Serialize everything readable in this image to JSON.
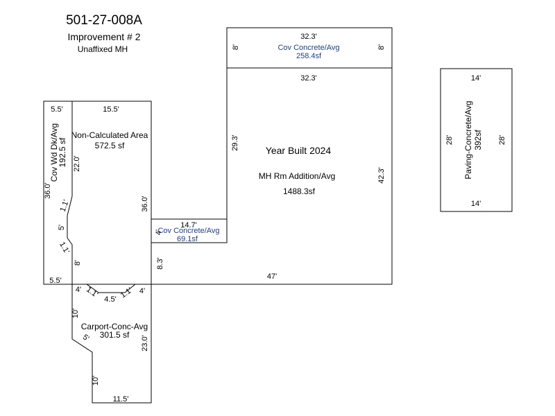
{
  "header": {
    "parcel_id": "501-27-008A",
    "improvement": "Improvement # 2",
    "subtitle": "Unaffixed MH"
  },
  "colors": {
    "lines": "#000000",
    "covered_labels": "#1f3f8f"
  },
  "areas": {
    "cov_concrete_top": {
      "name": "Cov Concrete/Avg",
      "area": "258.4sf",
      "dim_top": "32.3'",
      "dim_left": "8'",
      "dim_right": "8'"
    },
    "main": {
      "year_built": "Year Built 2024",
      "name": "MH Rm Addition/Avg",
      "area": "1488.3sf",
      "dim_top": "32.3'",
      "dim_left": "29.3'",
      "dim_right": "42.3'",
      "dim_bottom": "47'",
      "dim_lower_left": "8.3'"
    },
    "cov_concrete_small": {
      "name": "Cov Concrete/Avg",
      "area": "69.1sf",
      "dim_top": "14.7'",
      "dim_left": "4'"
    },
    "paving": {
      "name": "Paving-Concrete/Avg",
      "area": "392sf",
      "dim_top": "14'",
      "dim_bottom": "14'",
      "dim_left": "28'",
      "dim_right": "28'"
    },
    "non_calculated": {
      "name": "Non-Calculated Area",
      "area": "572.5 sf",
      "dim_top": "15.5'",
      "dim_left": "22.0'",
      "dim_right": "36.0'",
      "dim_step": "8'"
    },
    "cov_wd_dk": {
      "name": "Cov Wd Dk/Avg",
      "area": "192.5 sf",
      "dim_top": "5.5'",
      "dim_bottom": "5.5'",
      "dim_left": "36.0'",
      "dim_notch_1": "1.1'",
      "dim_notch_2": "5'",
      "dim_notch_3": "1.1'"
    },
    "carport": {
      "name": "Carport-Conc-Avg",
      "area": "301.5 sf",
      "dim_top_left": "4'",
      "dim_top_mid": "4.5'",
      "dim_top_right": "4'",
      "dim_chamfer_1": "1.1'",
      "dim_chamfer_2": "1.1'",
      "dim_left_1": "10'",
      "dim_diag": "5'",
      "dim_left_2": "10'",
      "dim_right": "23.0'",
      "dim_bottom": "11.5'"
    }
  }
}
